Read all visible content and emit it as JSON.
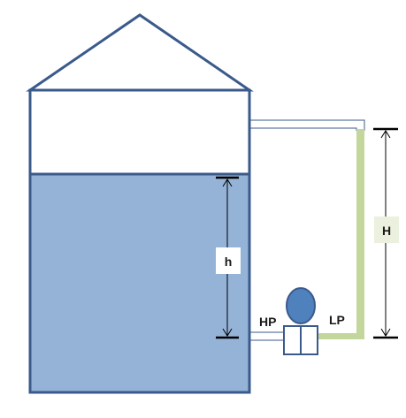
{
  "labels": {
    "h": "h",
    "H": "H",
    "hp": "HP",
    "lp": "LP"
  },
  "colors": {
    "outline": "#3A5A8C",
    "liquid": "#95B3D7",
    "transmitter": "#4F81BD",
    "wet_leg": "#C3D69B",
    "dimension": "#000000"
  }
}
